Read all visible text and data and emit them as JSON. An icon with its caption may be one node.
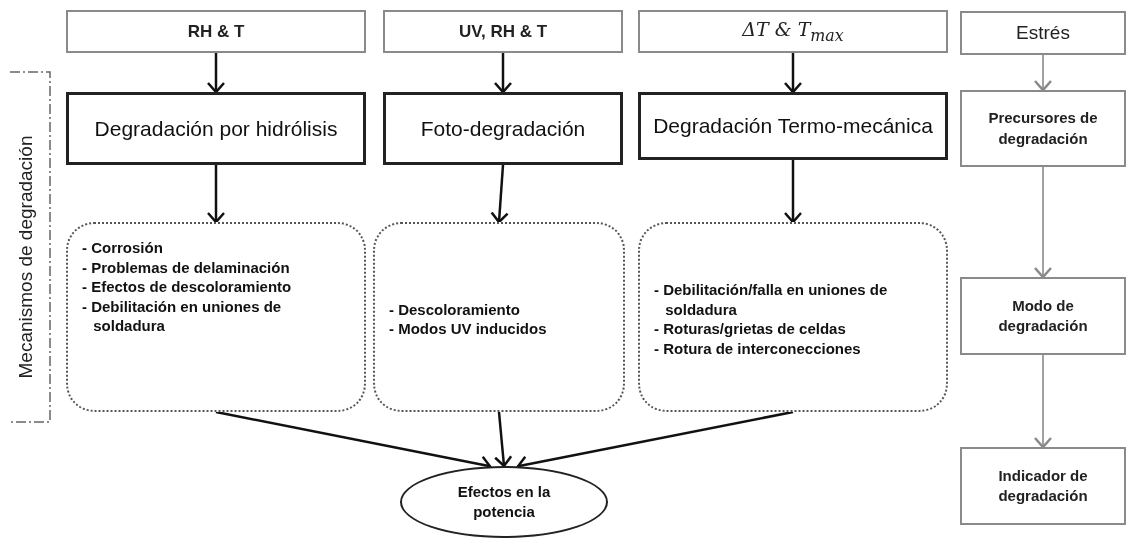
{
  "diagram": {
    "nodes": [
      {
        "text": [
          "RH & T"
        ]
      },
      {
        "text": [
          "UV, RH & T"
        ]
      },
      {
        "text": [
          "ΔT & T$_{max}$"
        ]
      },
      {
        "text": [
          "Estrés"
        ]
      },
      {
        "text": [
          "Degradación por hidrólisis"
        ]
      },
      {
        "text": [
          "Foto-degradación"
        ]
      },
      {
        "text": [
          "Degradación Termo-mecánica"
        ]
      },
      {
        "text": [
          "Precursores de degradación"
        ]
      },
      {
        "text": [
          "- Corrosión",
          "- Problemas de delaminación",
          "- Efectos de descoloramiento",
          "- Debilitación en uniones de soldadura"
        ]
      },
      {
        "text": [
          "- Descoloramiento",
          "- Modos UV inducidos"
        ]
      },
      {
        "text": [
          "- Debilitación/falla en uniones de soldadura",
          "- Roturas/grietas de celdas",
          "- Rotura de interconecciones"
        ]
      },
      {
        "text": [
          "Modo de degradación"
        ]
      },
      {
        "text": [
          "Efectos en la potencia"
        ]
      },
      {
        "text": [
          "Indicador de degradación"
        ]
      }
    ],
    "edges": [
      {
        "from": 0,
        "to": 4,
        "arrow": "to"
      },
      {
        "from": 1,
        "to": 5,
        "arrow": "to"
      },
      {
        "from": 2,
        "to": 6,
        "arrow": "to"
      },
      {
        "from": 3,
        "to": 7,
        "arrow": "to",
        "color": "#8a8a8a"
      },
      {
        "from": 4,
        "to": 8,
        "arrow": "to"
      },
      {
        "from": 5,
        "to": 9,
        "arrow": "to"
      },
      {
        "from": 6,
        "to": 10,
        "arrow": "to"
      },
      {
        "from": 7,
        "to": 11,
        "arrow": "to",
        "color": "#8a8a8a"
      },
      {
        "from": 8,
        "to": 12,
        "arrow": "to"
      },
      {
        "from": 9,
        "to": 12,
        "arrow": "to"
      },
      {
        "from": 10,
        "to": 12,
        "arrow": "to"
      },
      {
        "from": 11,
        "to": 13,
        "arrow": "to",
        "color": "#8a8a8a"
      }
    ],
    "labels": [
      "Mecanismos de degradación"
    ]
  }
}
